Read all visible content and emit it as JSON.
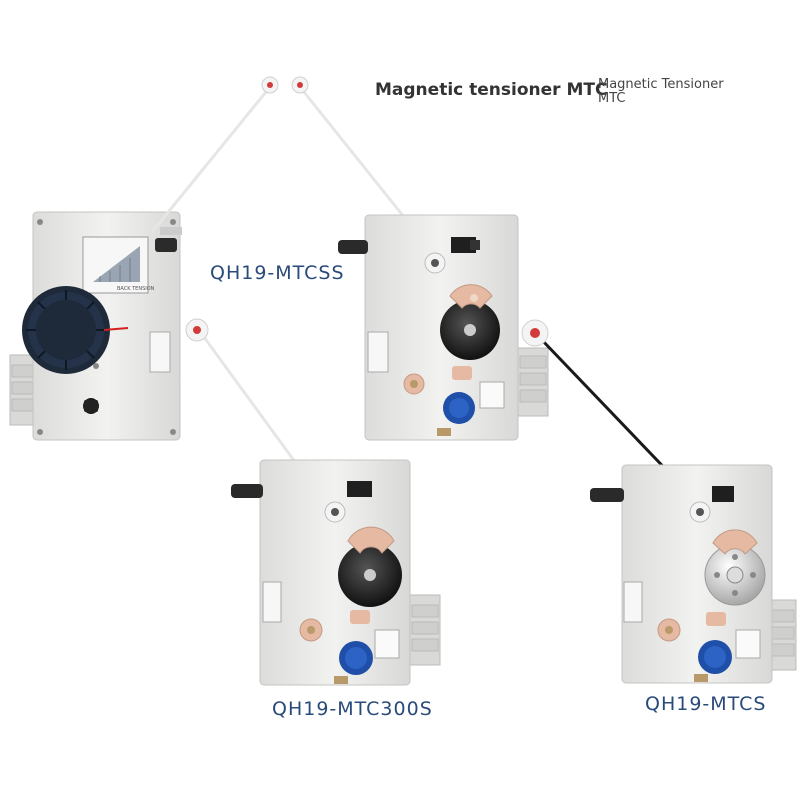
{
  "header": {
    "title": "Magnetic tensioner MTC",
    "subtitle": "Magnetic Tensioner MTC"
  },
  "products": [
    {
      "model": "QH19-MTCSS"
    },
    {
      "model": "QH19-MTC300S"
    },
    {
      "model": "QH19-MTCS"
    }
  ],
  "gauge": {
    "label": "BACK TENSION"
  },
  "colors": {
    "label_blue": "#2a4a7a",
    "body": "#e8e8e6",
    "knob": "#1e2a3a",
    "pink": "#e6b9a2",
    "dial_blue": "#1f4fa8"
  }
}
